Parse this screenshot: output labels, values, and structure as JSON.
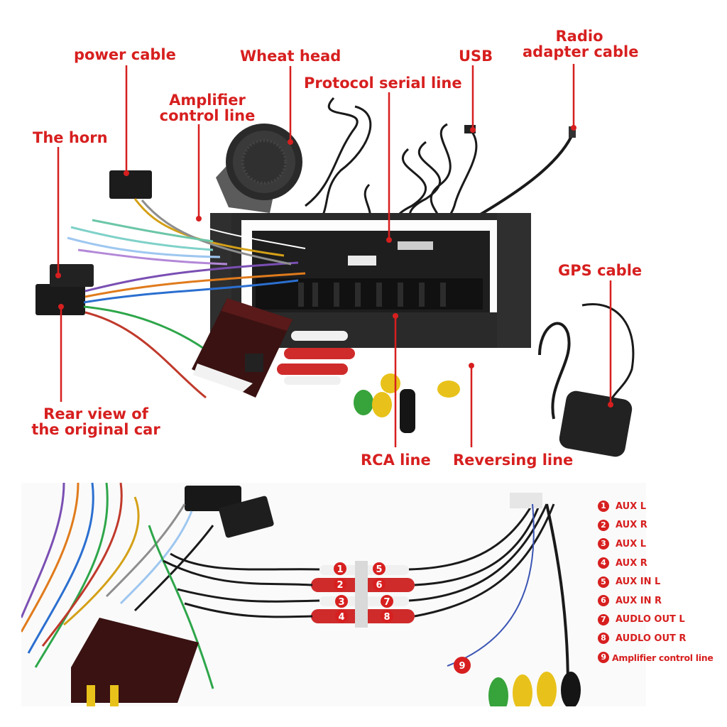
{
  "labels": {
    "power_cable": "power cable",
    "wheat_head": "Wheat head",
    "usb": "USB",
    "radio_adapter_line1": "Radio",
    "radio_adapter_line2": "adapter cable",
    "protocol_serial": "Protocol serial line",
    "amplifier_line1": "Amplifier",
    "amplifier_line2": "control line",
    "horn": "The horn",
    "gps": "GPS cable",
    "rear_view_line1": "Rear view of",
    "rear_view_line2": "the original car",
    "rca": "RCA line",
    "reversing": "Reversing line"
  },
  "legend": [
    {
      "num": "1",
      "label": "AUX L"
    },
    {
      "num": "2",
      "label": "AUX R"
    },
    {
      "num": "3",
      "label": "AUX L"
    },
    {
      "num": "4",
      "label": "AUX R"
    },
    {
      "num": "5",
      "label": "AUX IN L"
    },
    {
      "num": "6",
      "label": "AUX IN R"
    },
    {
      "num": "7",
      "label": "AUDLO OUT L"
    },
    {
      "num": "8",
      "label": "AUDLO OUT R"
    },
    {
      "num": "9",
      "label": "Amplifier control line"
    }
  ],
  "connector_numbers": [
    "1",
    "2",
    "3",
    "4",
    "5",
    "6",
    "7",
    "8",
    "9"
  ],
  "colors": {
    "callout": "#d71f1f",
    "unit_body": "#1e1e1e",
    "rca_red": "#cf2b2b",
    "rca_yellow": "#e8c21a",
    "rca_green": "#37a33b"
  }
}
